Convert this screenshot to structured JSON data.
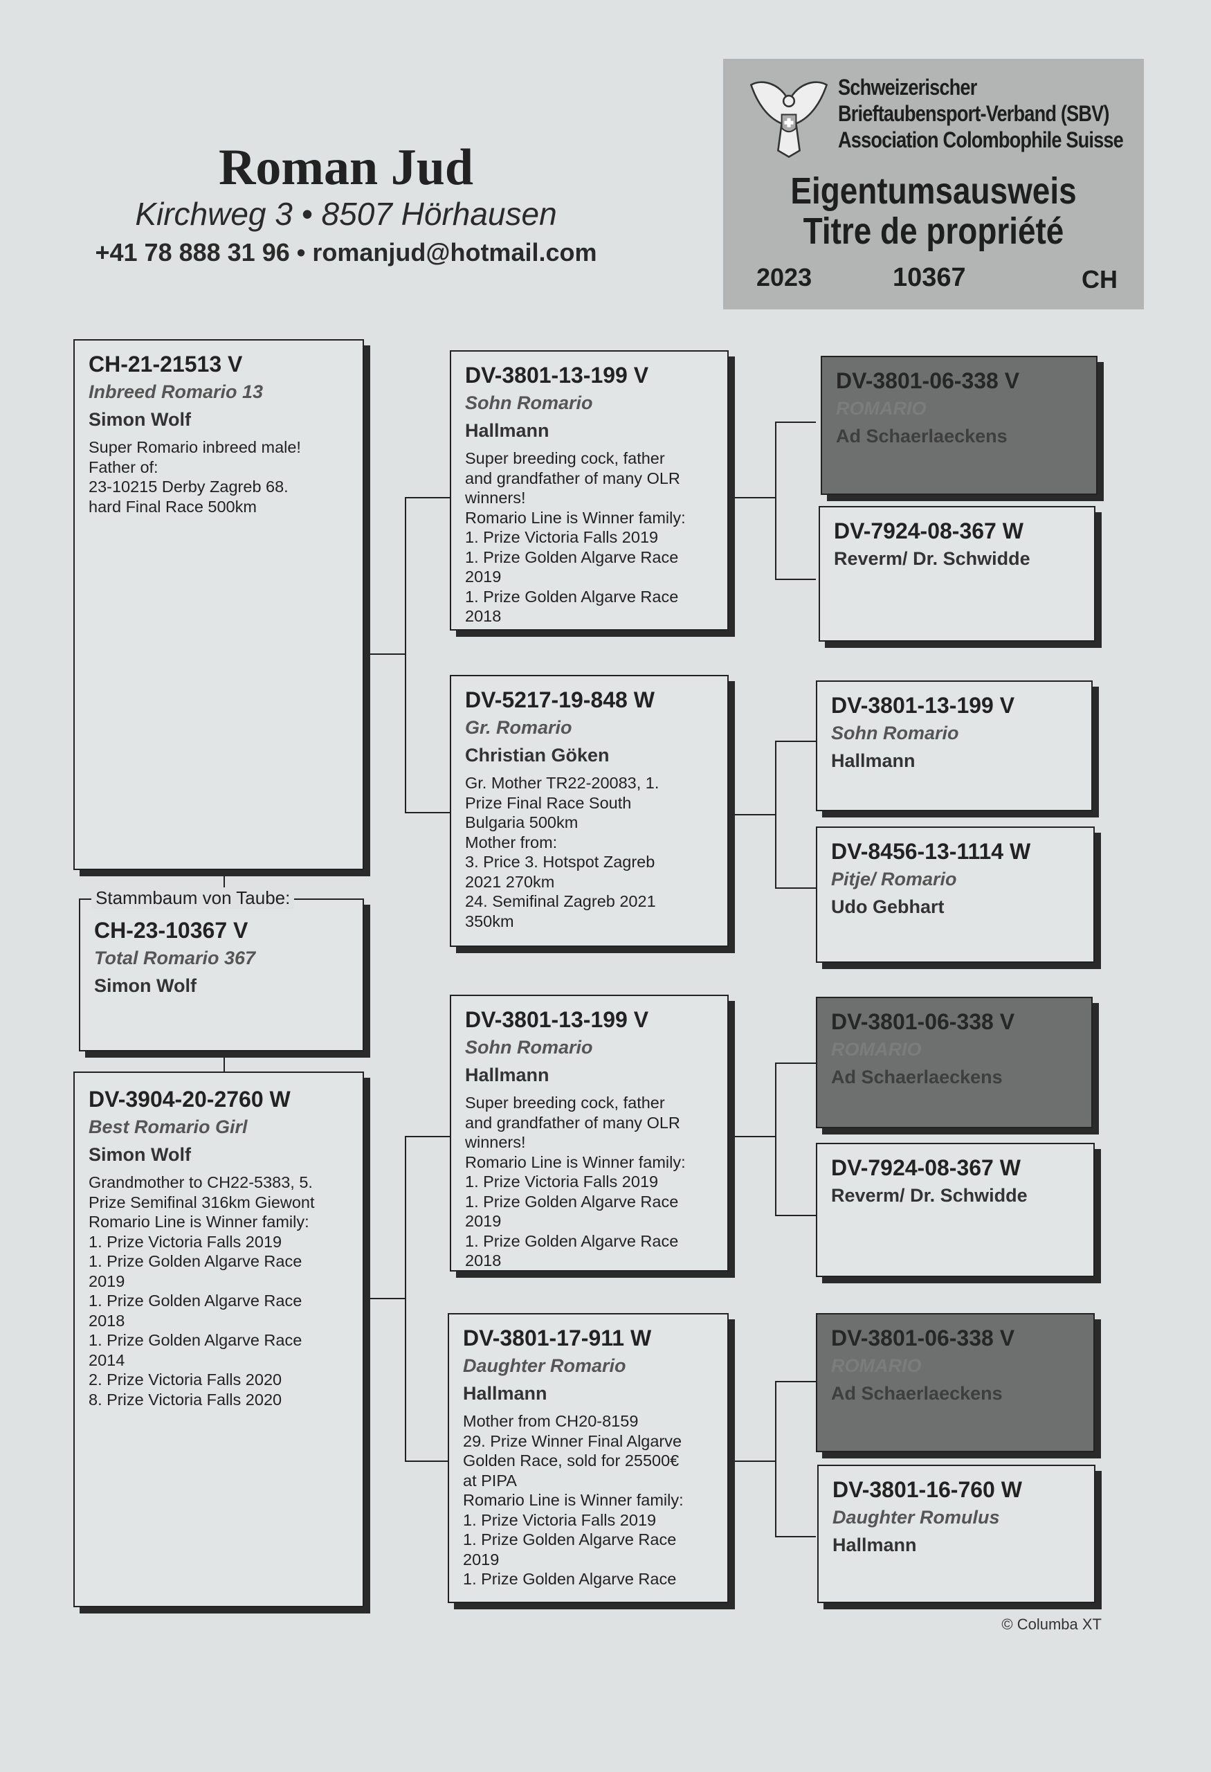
{
  "owner": {
    "name": "Roman Jud",
    "address": "Kirchweg 3 • 8507 Hörhausen",
    "contact": "+41 78 888 31 96 • romanjud@hotmail.com"
  },
  "certificate": {
    "org_line1": "Schweizerischer",
    "org_line2": "Brieftaubensport-Verband (SBV)",
    "org_line3": "Association Colombophile Suisse",
    "title_de": "Eigentumsausweis",
    "title_fr": "Titre de propriété",
    "year": "2023",
    "number": "10367",
    "country": "CH",
    "logo_icon": "dove-with-swiss-shield-icon"
  },
  "pedigree": {
    "subject_label": "Stammbaum von Taube:",
    "subject": {
      "ring": "CH-23-10367 V",
      "name": "Total Romario 367",
      "breeder": "Simon Wolf"
    },
    "sire": {
      "ring": "CH-21-21513 V",
      "name": "Inbreed Romario 13",
      "breeder": "Simon Wolf",
      "notes": "Super Romario inbreed male!\nFather of:\n23-10215 Derby Zagreb 68.\nhard Final Race 500km"
    },
    "dam": {
      "ring": "DV-3904-20-2760 W",
      "name": "Best Romario Girl",
      "breeder": "Simon Wolf",
      "notes": "Grandmother to CH22-5383, 5.\nPrize Semifinal 316km Giewont\nRomario Line is Winner family:\n1. Prize Victoria Falls 2019\n1. Prize Golden Algarve Race\n2019\n1. Prize Golden Algarve Race\n2018\n1. Prize Golden Algarve Race\n2014\n2. Prize Victoria Falls 2020\n8. Prize Victoria Falls 2020"
    },
    "ss": {
      "ring": "DV-3801-13-199 V",
      "name": "Sohn Romario",
      "breeder": "Hallmann",
      "notes": "Super breeding cock, father\nand grandfather of many OLR\nwinners!\nRomario Line is Winner family:\n1. Prize Victoria Falls 2019\n1. Prize Golden Algarve Race\n2019\n1. Prize Golden Algarve Race\n2018"
    },
    "sd": {
      "ring": "DV-5217-19-848 W",
      "name": "Gr. Romario",
      "breeder": "Christian Göken",
      "notes": "Gr. Mother TR22-20083, 1.\nPrize Final Race South\nBulgaria 500km\nMother from:\n3. Price 3. Hotspot Zagreb\n2021 270km\n24. Semifinal Zagreb 2021\n350km"
    },
    "ds": {
      "ring": "DV-3801-13-199 V",
      "name": "Sohn Romario",
      "breeder": "Hallmann",
      "notes": "Super breeding cock, father\nand grandfather of many OLR\nwinners!\nRomario Line is Winner family:\n1. Prize Victoria Falls 2019\n1. Prize Golden Algarve Race\n2019\n1. Prize Golden Algarve Race\n2018"
    },
    "dd": {
      "ring": "DV-3801-17-911 W",
      "name": "Daughter Romario",
      "breeder": "Hallmann",
      "notes": "Mother from CH20-8159\n29. Prize Winner Final Algarve\nGolden Race, sold for 25500€\nat PIPA\nRomario Line is Winner family:\n1. Prize Victoria Falls 2019\n1. Prize Golden Algarve Race\n2019\n1. Prize Golden Algarve Race"
    },
    "sss": {
      "ring": "DV-3801-06-338 V",
      "name": "ROMARIO",
      "breeder": "Ad Schaerlaeckens"
    },
    "ssd": {
      "ring": "DV-7924-08-367 W",
      "breeder": "Reverm/ Dr. Schwidde"
    },
    "sds": {
      "ring": "DV-3801-13-199 V",
      "name": "Sohn Romario",
      "breeder": "Hallmann"
    },
    "sdd": {
      "ring": "DV-8456-13-1114 W",
      "name": "Pitje/ Romario",
      "breeder": "Udo Gebhart"
    },
    "dss": {
      "ring": "DV-3801-06-338 V",
      "name": "ROMARIO",
      "breeder": "Ad Schaerlaeckens"
    },
    "dsd": {
      "ring": "DV-7924-08-367 W",
      "breeder": "Reverm/ Dr. Schwidde"
    },
    "dds": {
      "ring": "DV-3801-06-338 V",
      "name": "ROMARIO",
      "breeder": "Ad Schaerlaeckens"
    },
    "ddd": {
      "ring": "DV-3801-16-760 W",
      "name": "Daughter Romulus",
      "breeder": "Hallmann"
    }
  },
  "footer": "© Columba XT"
}
